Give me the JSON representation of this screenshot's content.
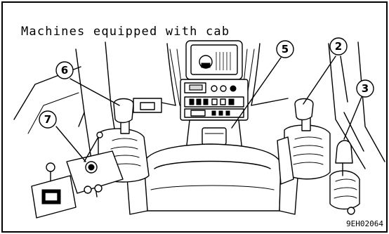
{
  "figure": {
    "title": "Machines equipped with cab",
    "code": "9EH02064",
    "callouts": [
      {
        "id": "6",
        "label": "6"
      },
      {
        "id": "7",
        "label": "7"
      },
      {
        "id": "5",
        "label": "5"
      },
      {
        "id": "2",
        "label": "2"
      },
      {
        "id": "3",
        "label": "3"
      }
    ]
  }
}
